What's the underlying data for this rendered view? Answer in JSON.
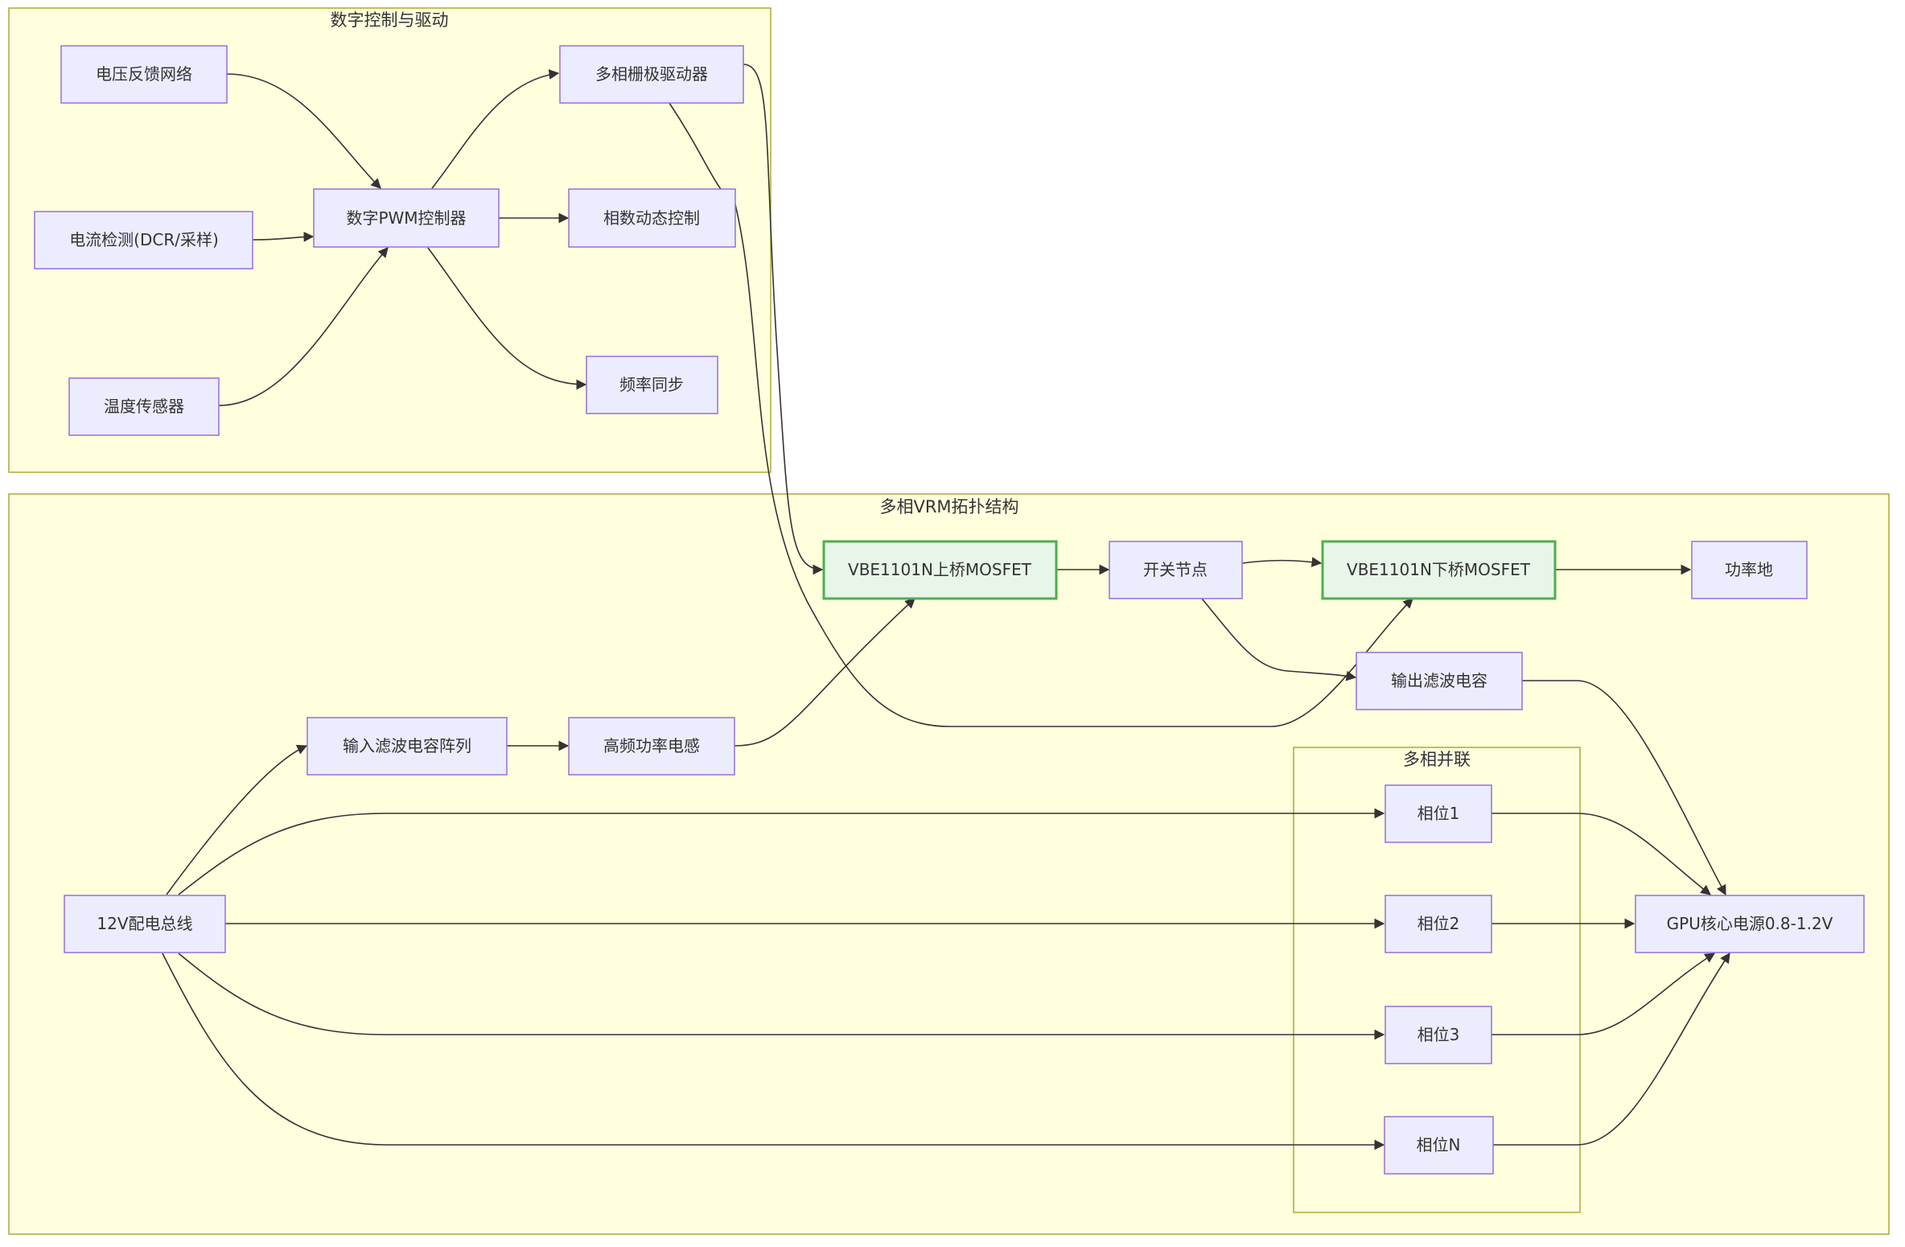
{
  "diagram": {
    "clusters": {
      "control": {
        "label": "数字控制与驱动"
      },
      "vrm": {
        "label": "多相VRM拓扑结构"
      },
      "parallel": {
        "label": "多相并联"
      }
    },
    "nodes": {
      "voltage_fb": {
        "label": "电压反馈网络"
      },
      "current_sense": {
        "label": "电流检测(DCR/采样)"
      },
      "temp_sensor": {
        "label": "温度传感器"
      },
      "pwm_ctrl": {
        "label": "数字PWM控制器"
      },
      "gate_driver": {
        "label": "多相栅极驱动器"
      },
      "phase_ctrl": {
        "label": "相数动态控制"
      },
      "freq_sync": {
        "label": "频率同步"
      },
      "high_mosfet": {
        "label": "VBE1101N上桥MOSFET"
      },
      "switch_node": {
        "label": "开关节点"
      },
      "low_mosfet": {
        "label": "VBE1101N下桥MOSFET"
      },
      "power_gnd": {
        "label": "功率地"
      },
      "out_cap": {
        "label": "输出滤波电容"
      },
      "in_cap": {
        "label": "输入滤波电容阵列"
      },
      "inductor": {
        "label": "高频功率电感"
      },
      "bus_12v": {
        "label": "12V配电总线"
      },
      "phase1": {
        "label": "相位1"
      },
      "phase2": {
        "label": "相位2"
      },
      "phase3": {
        "label": "相位3"
      },
      "phaseN": {
        "label": "相位N"
      },
      "gpu_core": {
        "label": "GPU核心电源0.8-1.2V"
      }
    },
    "highlight_stroke": "#4caf50",
    "highlight_fill": "#e8f5e9",
    "node_fill": "#ececff",
    "node_stroke": "#9370db",
    "cluster_fill": "#ffffde",
    "cluster_stroke": "#aaaa33",
    "edges": [
      {
        "from": "voltage_fb",
        "to": "pwm_ctrl"
      },
      {
        "from": "current_sense",
        "to": "pwm_ctrl"
      },
      {
        "from": "temp_sensor",
        "to": "pwm_ctrl"
      },
      {
        "from": "pwm_ctrl",
        "to": "gate_driver"
      },
      {
        "from": "pwm_ctrl",
        "to": "phase_ctrl"
      },
      {
        "from": "pwm_ctrl",
        "to": "freq_sync"
      },
      {
        "from": "gate_driver",
        "to": "high_mosfet"
      },
      {
        "from": "gate_driver",
        "to": "low_mosfet"
      },
      {
        "from": "high_mosfet",
        "to": "switch_node"
      },
      {
        "from": "switch_node",
        "to": "low_mosfet"
      },
      {
        "from": "low_mosfet",
        "to": "power_gnd"
      },
      {
        "from": "switch_node",
        "to": "out_cap"
      },
      {
        "from": "bus_12v",
        "to": "in_cap"
      },
      {
        "from": "in_cap",
        "to": "inductor"
      },
      {
        "from": "inductor",
        "to": "high_mosfet"
      },
      {
        "from": "bus_12v",
        "to": "phase1"
      },
      {
        "from": "bus_12v",
        "to": "phase2"
      },
      {
        "from": "bus_12v",
        "to": "phase3"
      },
      {
        "from": "bus_12v",
        "to": "phaseN"
      },
      {
        "from": "phase1",
        "to": "gpu_core"
      },
      {
        "from": "phase2",
        "to": "gpu_core"
      },
      {
        "from": "phase3",
        "to": "gpu_core"
      },
      {
        "from": "phaseN",
        "to": "gpu_core"
      },
      {
        "from": "out_cap",
        "to": "gpu_core"
      }
    ]
  }
}
